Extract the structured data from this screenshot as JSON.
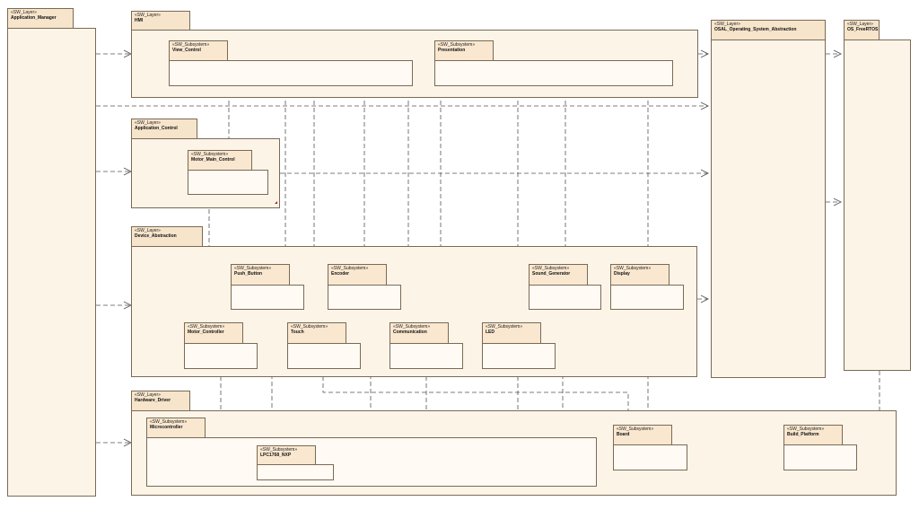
{
  "stereotypes": {
    "layer": "«SW_Layer»",
    "subsystem": "«SW_Subsystem»"
  },
  "layers": {
    "application_manager": "Application_Manager",
    "hmi": "HMI",
    "application_control": "Application_Control",
    "device_abstraction": "Device_Abstraction",
    "hardware_driver": "Hardware_Driver",
    "osal": "OSAL_Operating_System_Abstraction",
    "os_freertos": "OS_FreeRTOS"
  },
  "subsystems": {
    "view_control": "View_Control",
    "presentation": "Presentation",
    "motor_main_control": "Motor_Main_Control",
    "push_button": "Push_Button",
    "encoder": "Encoder",
    "sound_generator": "Sound_Generator",
    "display": "Display",
    "motor_controller": "Motor_Controller",
    "touch": "Touch",
    "communication": "Communication",
    "led": "LED",
    "microcontroller": "Microcontroller",
    "lpc1768_nxp": "LPC1768_NXP",
    "board": "Board",
    "build_platform": "Build_Platform"
  },
  "colors": {
    "tab": "#f6e4cb",
    "body": "#fdf4e8",
    "border": "#7a6a55",
    "dependency_line": "#555555"
  }
}
